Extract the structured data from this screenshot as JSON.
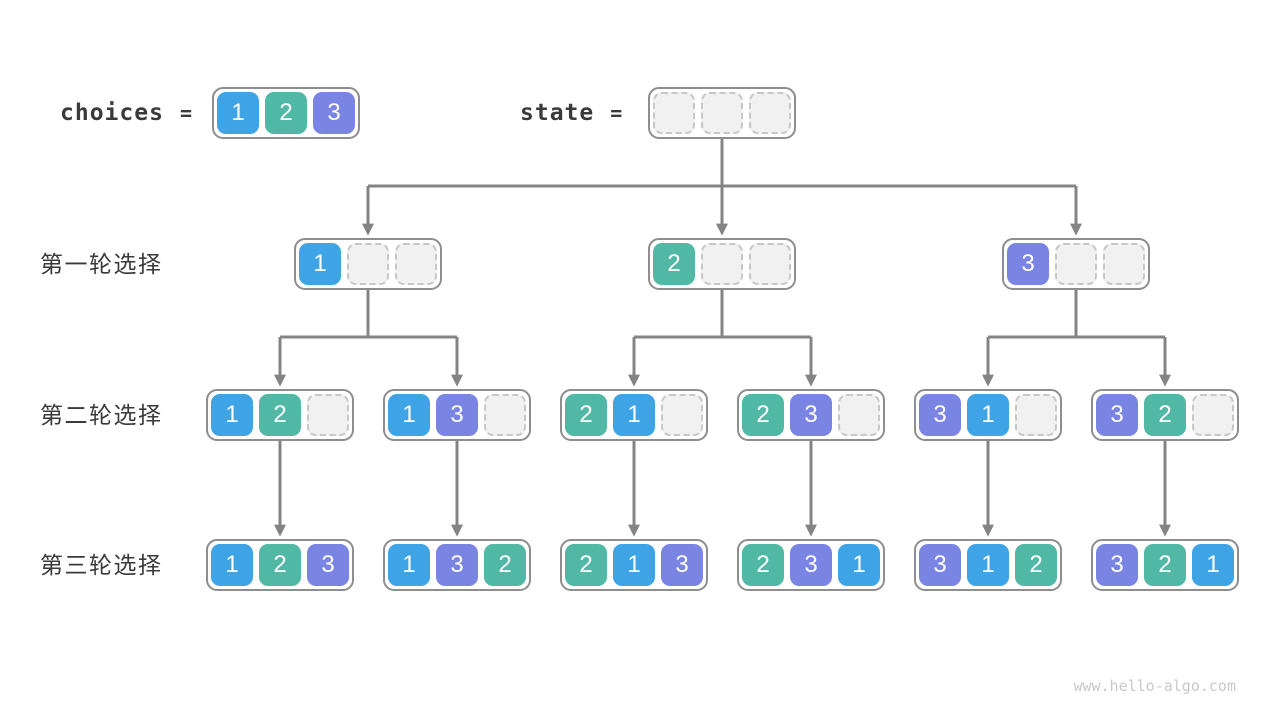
{
  "header": {
    "choices_label": "choices",
    "state_label": "state",
    "equals": "=",
    "choices_cells": [
      1,
      2,
      3
    ],
    "state_cells": [
      null,
      null,
      null
    ]
  },
  "rows": [
    {
      "label": "第一轮选择",
      "nodes": [
        [
          1,
          null,
          null
        ],
        [
          2,
          null,
          null
        ],
        [
          3,
          null,
          null
        ]
      ]
    },
    {
      "label": "第二轮选择",
      "nodes": [
        [
          1,
          2,
          null
        ],
        [
          1,
          3,
          null
        ],
        [
          2,
          1,
          null
        ],
        [
          2,
          3,
          null
        ],
        [
          3,
          1,
          null
        ],
        [
          3,
          2,
          null
        ]
      ]
    },
    {
      "label": "第三轮选择",
      "nodes": [
        [
          1,
          2,
          3
        ],
        [
          1,
          3,
          2
        ],
        [
          2,
          1,
          3
        ],
        [
          2,
          3,
          1
        ],
        [
          3,
          1,
          2
        ],
        [
          3,
          2,
          1
        ]
      ]
    }
  ],
  "watermark": "www.hello-algo.com",
  "colors": {
    "v1": "#3EA4E5",
    "v2": "#52B8A6",
    "v3": "#7A85E3",
    "emptyFill": "#F1F1F1",
    "emptyBorder": "#C7C7C7",
    "nodeBorder": "#8E8E8E",
    "arrow": "#848484",
    "labelText": "#3A3A3A",
    "watermarkText": "#C9C9C9"
  }
}
